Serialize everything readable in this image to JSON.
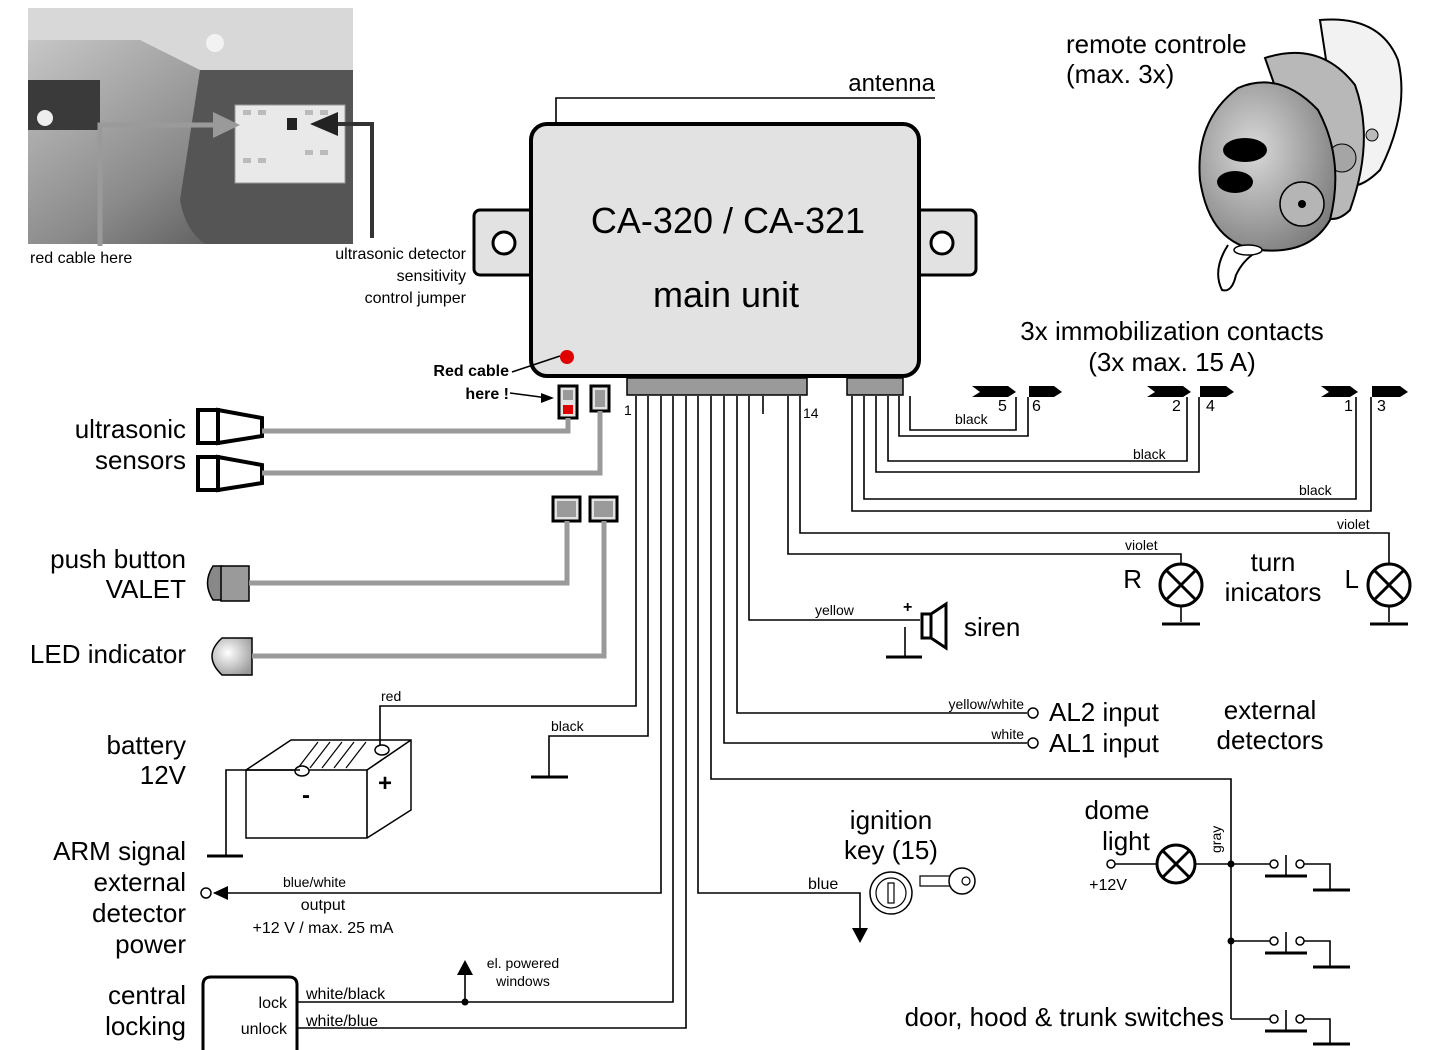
{
  "main_unit": {
    "title": "CA-320 / CA-321",
    "subtitle": "main unit",
    "antenna": "antenna",
    "pin_first": "1",
    "pin_last": "14"
  },
  "photo": {
    "red_cable": "red cable here",
    "jumper_line1": "ultrasonic detector",
    "jumper_line2": "sensitivity",
    "jumper_line3": "control jumper"
  },
  "red_cable_note": {
    "line1": "Red cable",
    "line2": "here !"
  },
  "remote": {
    "line1": "remote controle",
    "line2": "(max. 3x)"
  },
  "immobilization": {
    "line1": "3x immobilization contacts",
    "line2": "(3x max. 15 A)",
    "pins": [
      "5",
      "6",
      "2",
      "4",
      "1",
      "3"
    ],
    "wire_color": "black"
  },
  "turn": {
    "line1": "turn",
    "line2": "inicators",
    "right": "R",
    "left": "L",
    "wire_color": "violet"
  },
  "siren": {
    "label": "siren",
    "wire_color": "yellow",
    "plus": "+"
  },
  "inputs": {
    "al2": {
      "label": "AL2 input",
      "wire_color": "yellow/white"
    },
    "al1": {
      "label": "AL1 input",
      "wire_color": "white"
    },
    "group_line1": "external",
    "group_line2": "detectors"
  },
  "ignition": {
    "line1": "ignition",
    "line2": "key (15)",
    "wire_color": "blue"
  },
  "dome": {
    "line1": "dome",
    "line2": "light",
    "supply": "+12V",
    "wire_color": "gray"
  },
  "switches": {
    "label": "door, hood & trunk switches"
  },
  "left": {
    "ultrasonic_line1": "ultrasonic",
    "ultrasonic_line2": "sensors",
    "valet_line1": "push button",
    "valet_line2": "VALET",
    "led": "LED indicator",
    "battery_line1": "battery",
    "battery_line2": "12V",
    "battery_plus": "+",
    "battery_minus": "-",
    "battery_red": "red",
    "ground_black": "black",
    "arm_line1": "ARM signal",
    "arm_line2": "external",
    "arm_line3": "detector",
    "arm_line4": "power",
    "arm_wire": "blue/white",
    "arm_out1": "output",
    "arm_out2": "+12 V / max. 25 mA",
    "central_line1": "central",
    "central_line2": "locking",
    "lock": "lock",
    "unlock": "unlock",
    "lock_wire": "white/black",
    "unlock_wire": "white/blue",
    "windows_line1": "el. powered",
    "windows_line2": "windows"
  }
}
